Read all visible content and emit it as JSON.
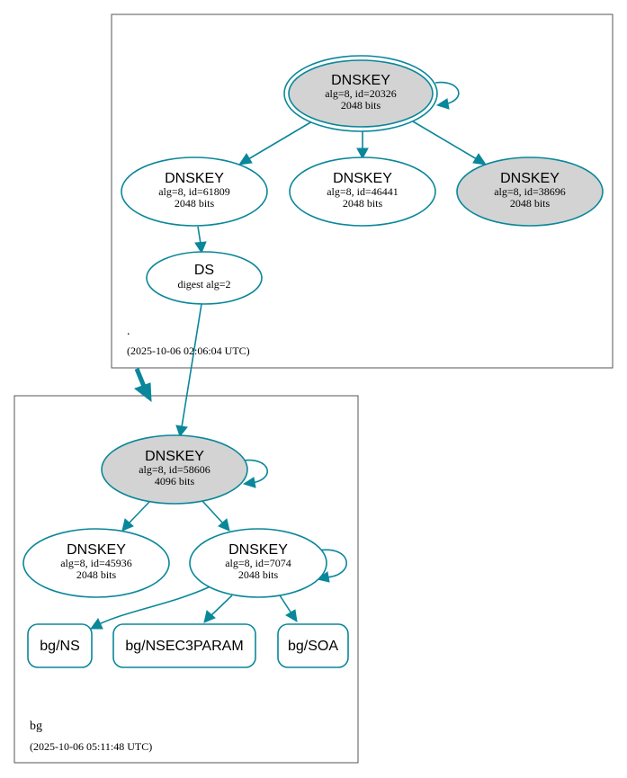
{
  "colors": {
    "edge": "#0a879a",
    "node_fill_ksk": "#d3d3d3",
    "node_fill_plain": "#ffffff",
    "cluster_border": "#555555"
  },
  "zones": [
    {
      "name": ".",
      "timestamp": "(2025-10-06 02:06:04 UTC)"
    },
    {
      "name": "bg",
      "timestamp": "(2025-10-06 05:11:48 UTC)"
    }
  ],
  "nodes": {
    "root_ksk": {
      "title": "DNSKEY",
      "line1": "alg=8, id=20326",
      "line2": "2048 bits",
      "style": "gray-double"
    },
    "root_zsk1": {
      "title": "DNSKEY",
      "line1": "alg=8, id=61809",
      "line2": "2048 bits",
      "style": "plain"
    },
    "root_zsk2": {
      "title": "DNSKEY",
      "line1": "alg=8, id=46441",
      "line2": "2048 bits",
      "style": "plain"
    },
    "root_ksk2": {
      "title": "DNSKEY",
      "line1": "alg=8, id=38696",
      "line2": "2048 bits",
      "style": "gray"
    },
    "ds": {
      "title": "DS",
      "line1": "digest alg=2",
      "style": "plain"
    },
    "bg_ksk": {
      "title": "DNSKEY",
      "line1": "alg=8, id=58606",
      "line2": "4096 bits",
      "style": "gray"
    },
    "bg_zsk1": {
      "title": "DNSKEY",
      "line1": "alg=8, id=45936",
      "line2": "2048 bits",
      "style": "plain"
    },
    "bg_zsk2": {
      "title": "DNSKEY",
      "line1": "alg=8, id=7074",
      "line2": "2048 bits",
      "style": "plain"
    },
    "bg_ns": {
      "label": "bg/NS"
    },
    "bg_nsec3param": {
      "label": "bg/NSEC3PARAM"
    },
    "bg_soa": {
      "label": "bg/SOA"
    }
  },
  "edges": [
    {
      "from": "root_ksk",
      "to": "root_ksk",
      "kind": "self-loop"
    },
    {
      "from": "root_ksk",
      "to": "root_zsk1"
    },
    {
      "from": "root_ksk",
      "to": "root_zsk2"
    },
    {
      "from": "root_ksk",
      "to": "root_ksk2"
    },
    {
      "from": "root_zsk1",
      "to": "ds"
    },
    {
      "from": "ds",
      "to": "bg_ksk"
    },
    {
      "from": "root_zone",
      "to": "bg_zone",
      "kind": "delegation"
    },
    {
      "from": "bg_ksk",
      "to": "bg_ksk",
      "kind": "self-loop"
    },
    {
      "from": "bg_ksk",
      "to": "bg_zsk1"
    },
    {
      "from": "bg_ksk",
      "to": "bg_zsk2"
    },
    {
      "from": "bg_zsk2",
      "to": "bg_zsk2",
      "kind": "self-loop"
    },
    {
      "from": "bg_zsk2",
      "to": "bg_ns"
    },
    {
      "from": "bg_zsk2",
      "to": "bg_nsec3param"
    },
    {
      "from": "bg_zsk2",
      "to": "bg_soa"
    }
  ]
}
